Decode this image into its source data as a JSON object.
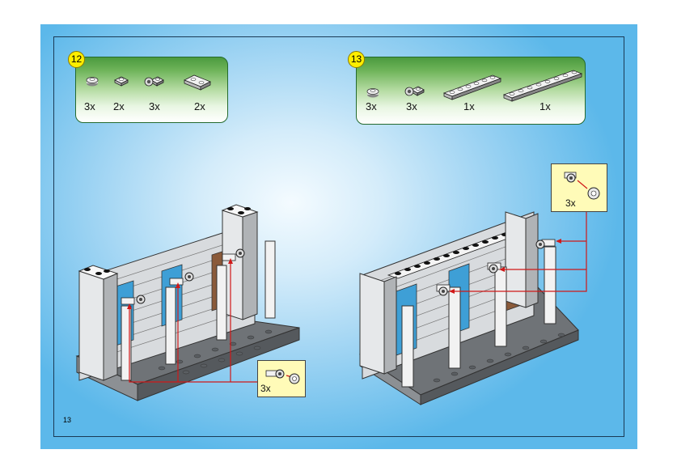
{
  "page_number": "13",
  "steps": [
    {
      "number": "12",
      "parts": [
        {
          "qty": "3x",
          "part": "round-plate-1x1"
        },
        {
          "qty": "2x",
          "part": "plate-1x1"
        },
        {
          "qty": "3x",
          "part": "clip-plate"
        },
        {
          "qty": "2x",
          "part": "plate-1x2"
        }
      ],
      "callout_qty": "3x"
    },
    {
      "number": "13",
      "parts": [
        {
          "qty": "3x",
          "part": "round-plate-1x1"
        },
        {
          "qty": "3x",
          "part": "clip-plate"
        },
        {
          "qty": "1x",
          "part": "plate-1x6"
        },
        {
          "qty": "1x",
          "part": "plate-1x8"
        }
      ],
      "callout_qty": "3x"
    }
  ],
  "colors": {
    "background": "#5cb8ea",
    "parts_box": "#4b9a3e",
    "step_badge": "#ffee00",
    "callout": "#fffbb8",
    "arrow": "#d01818"
  }
}
